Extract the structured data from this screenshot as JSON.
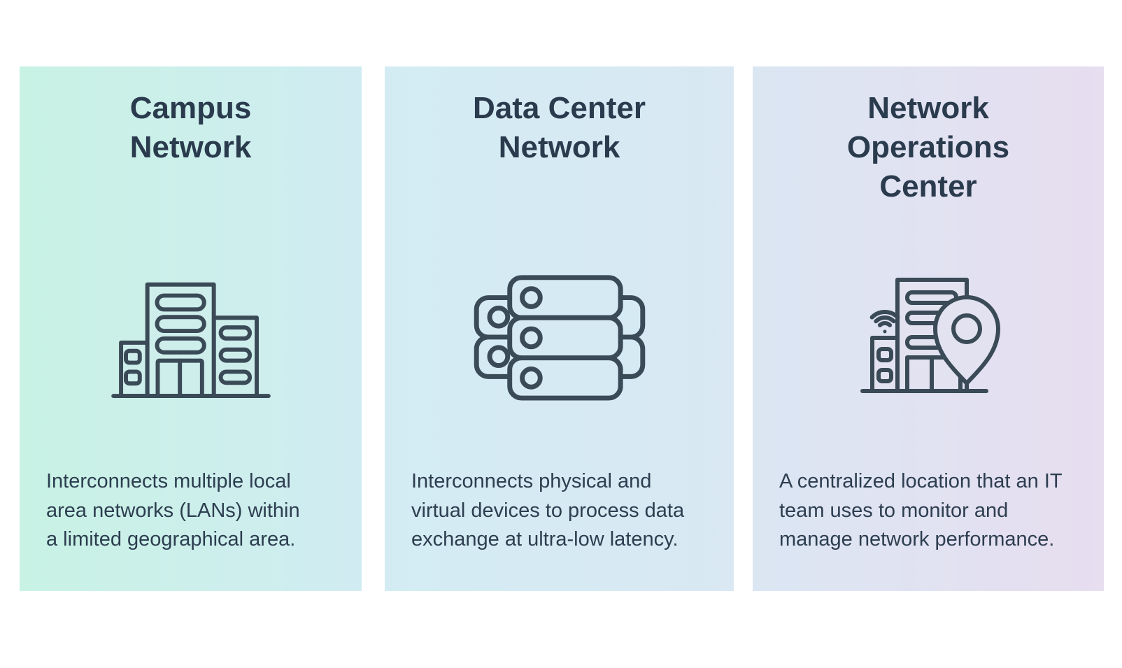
{
  "cards": [
    {
      "title": "Campus Network",
      "title_lines": [
        "Campus",
        "Network"
      ],
      "description": "Interconnects multiple local area networks (LANs) within a limited geographical area.",
      "description_lines": [
        "Interconnects multiple local",
        "area networks (LANs) within",
        "a limited geographical area."
      ],
      "icon": "campus-buildings-icon",
      "bg_gradient_from": "#c8f2e4",
      "bg_gradient_to": "#d0ecf2"
    },
    {
      "title": "Data Center Network",
      "title_lines": [
        "Data Center",
        "Network"
      ],
      "description": "Interconnects physical and virtual devices to process data exchange at ultra-low latency.",
      "description_lines": [
        "Interconnects physical and",
        "virtual devices to process data",
        "exchange at ultra-low latency."
      ],
      "icon": "server-stack-icon",
      "bg_gradient_from": "#d3ecf3",
      "bg_gradient_to": "#d9e8f3"
    },
    {
      "title": "Network Operations Center",
      "title_lines": [
        "Network",
        "Operations",
        "Center"
      ],
      "description": "A centralized location that an IT team uses to monitor and manage network performance.",
      "description_lines": [
        "A centralized location that an IT",
        "team uses to monitor and",
        "manage network performance."
      ],
      "icon": "building-location-pin-icon",
      "bg_gradient_from": "#dbe6f3",
      "bg_gradient_to": "#e7def0"
    }
  ],
  "colors": {
    "title_text": "#2b3b4e",
    "body_text": "#2d3e50",
    "icon_stroke": "#3a4a57",
    "page_background": "#ffffff"
  }
}
